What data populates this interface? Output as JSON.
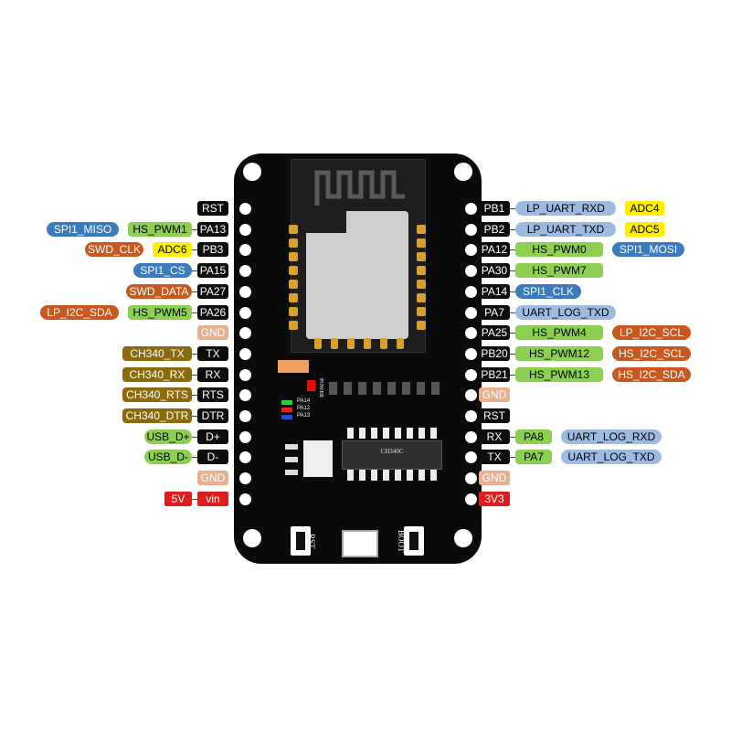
{
  "colors": {
    "pin_black": "#0d0d0d",
    "gnd": "#e8b090",
    "power": "#dd1e1e",
    "gpio_green": "#8ccf52",
    "uart_blue": "#9dbbe0",
    "adc_yellow": "#ffee00",
    "spi_blue": "#3a7bbd",
    "orange": "#c8581e",
    "ch340_olive": "#8a6a0a",
    "usb_green": "#8ccf52"
  },
  "board": {
    "chip_label": "CH340C",
    "power_led_label": "POWER",
    "led_labels": [
      "PA14",
      "PA12",
      "PA13"
    ],
    "rst_button_label": "RST",
    "boot_button_label": "BOOT"
  },
  "left_pins": [
    {
      "pin": "RST",
      "labels": []
    },
    {
      "pin": "PA13",
      "labels": [
        {
          "text": "HS_PWM1",
          "kind": "gpio"
        },
        {
          "text": "SPI1_MISO",
          "kind": "spi"
        }
      ]
    },
    {
      "pin": "PB3",
      "labels": [
        {
          "text": "ADC6",
          "kind": "adc"
        },
        {
          "text": "SWD_CLK",
          "kind": "orange"
        }
      ]
    },
    {
      "pin": "PA15",
      "labels": [
        {
          "text": "SPI1_CS",
          "kind": "spi"
        }
      ]
    },
    {
      "pin": "PA27",
      "labels": [
        {
          "text": "SWD_DATA",
          "kind": "orange"
        }
      ]
    },
    {
      "pin": "PA26",
      "labels": [
        {
          "text": "HS_PWM5",
          "kind": "gpio"
        },
        {
          "text": "LP_I2C_SDA",
          "kind": "orange"
        }
      ]
    },
    {
      "pin": "GND",
      "labels": [],
      "pin_kind": "gnd"
    },
    {
      "pin": "TX",
      "labels": [
        {
          "text": "CH340_TX",
          "kind": "olive"
        }
      ]
    },
    {
      "pin": "RX",
      "labels": [
        {
          "text": "CH340_RX",
          "kind": "olive"
        }
      ]
    },
    {
      "pin": "RTS",
      "labels": [
        {
          "text": "CH340_RTS",
          "kind": "olive"
        }
      ]
    },
    {
      "pin": "DTR",
      "labels": [
        {
          "text": "CH340_DTR",
          "kind": "olive"
        }
      ]
    },
    {
      "pin": "D+",
      "labels": [
        {
          "text": "USB_D+",
          "kind": "usb"
        }
      ]
    },
    {
      "pin": "D-",
      "labels": [
        {
          "text": "USB_D-",
          "kind": "usb"
        }
      ]
    },
    {
      "pin": "GND",
      "labels": [],
      "pin_kind": "gnd"
    },
    {
      "pin": "vin",
      "labels": [
        {
          "text": "5V",
          "kind": "power"
        }
      ],
      "pin_kind": "power"
    }
  ],
  "right_pins": [
    {
      "pin": "PB1",
      "labels": [
        {
          "text": "LP_UART_RXD",
          "kind": "uart"
        },
        {
          "text": "ADC4",
          "kind": "adc"
        }
      ]
    },
    {
      "pin": "PB2",
      "labels": [
        {
          "text": "LP_UART_TXD",
          "kind": "uart"
        },
        {
          "text": "ADC5",
          "kind": "adc"
        }
      ]
    },
    {
      "pin": "PA12",
      "labels": [
        {
          "text": "HS_PWM0",
          "kind": "gpio"
        },
        {
          "text": "SPI1_MOSI",
          "kind": "spi"
        }
      ]
    },
    {
      "pin": "PA30",
      "labels": [
        {
          "text": "HS_PWM7",
          "kind": "gpio"
        }
      ]
    },
    {
      "pin": "PA14",
      "labels": [
        {
          "text": "SPI1_CLK",
          "kind": "spi"
        }
      ]
    },
    {
      "pin": "PA7",
      "labels": [
        {
          "text": "UART_LOG_TXD",
          "kind": "uart"
        }
      ]
    },
    {
      "pin": "PA25",
      "labels": [
        {
          "text": "HS_PWM4",
          "kind": "gpio"
        },
        {
          "text": "LP_I2C_SCL",
          "kind": "orange"
        }
      ]
    },
    {
      "pin": "PB20",
      "labels": [
        {
          "text": "HS_PWM12",
          "kind": "gpio"
        },
        {
          "text": "HS_I2C_SCL",
          "kind": "orange"
        }
      ]
    },
    {
      "pin": "PB21",
      "labels": [
        {
          "text": "HS_PWM13",
          "kind": "gpio"
        },
        {
          "text": "HS_I2C_SDA",
          "kind": "orange"
        }
      ]
    },
    {
      "pin": "GND",
      "labels": [],
      "pin_kind": "gnd"
    },
    {
      "pin": "RST",
      "labels": []
    },
    {
      "pin": "RX",
      "labels": [
        {
          "text": "PA8",
          "kind": "gpio"
        },
        {
          "text": "UART_LOG_RXD",
          "kind": "uart"
        }
      ]
    },
    {
      "pin": "TX",
      "labels": [
        {
          "text": "PA7",
          "kind": "gpio"
        },
        {
          "text": "UART_LOG_TXD",
          "kind": "uart"
        }
      ]
    },
    {
      "pin": "GND",
      "labels": [],
      "pin_kind": "gnd"
    },
    {
      "pin": "3V3",
      "labels": [],
      "pin_kind": "power"
    }
  ]
}
